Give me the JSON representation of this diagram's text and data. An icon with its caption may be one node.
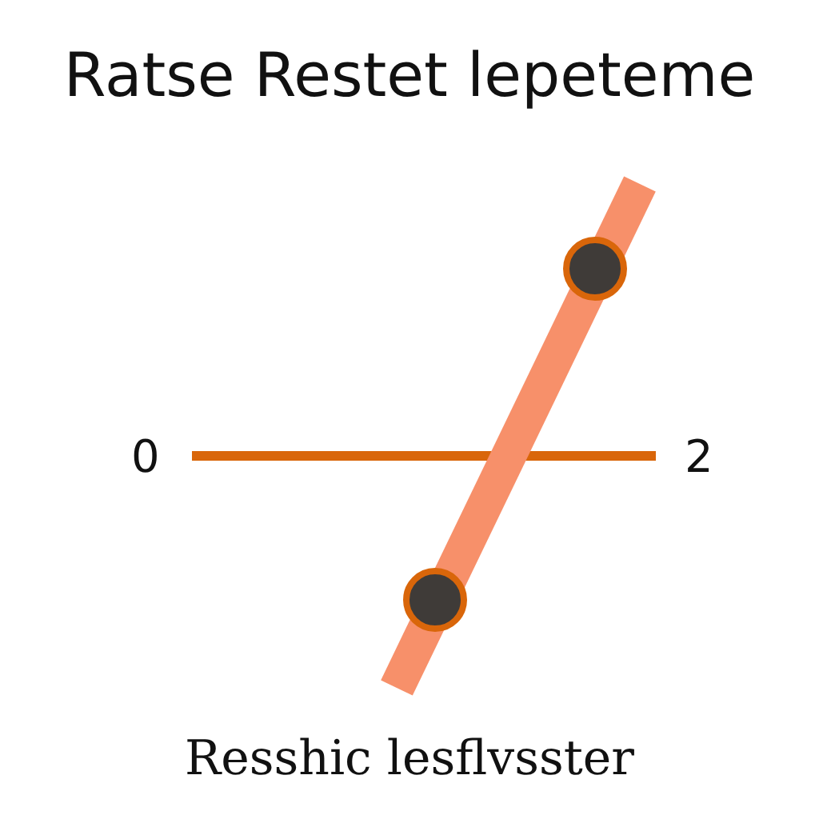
{
  "diagram": {
    "title": "Ratse Restet lepeteme",
    "caption": "Resshic lesflvsster",
    "labels": [
      "0",
      "2"
    ]
  }
}
